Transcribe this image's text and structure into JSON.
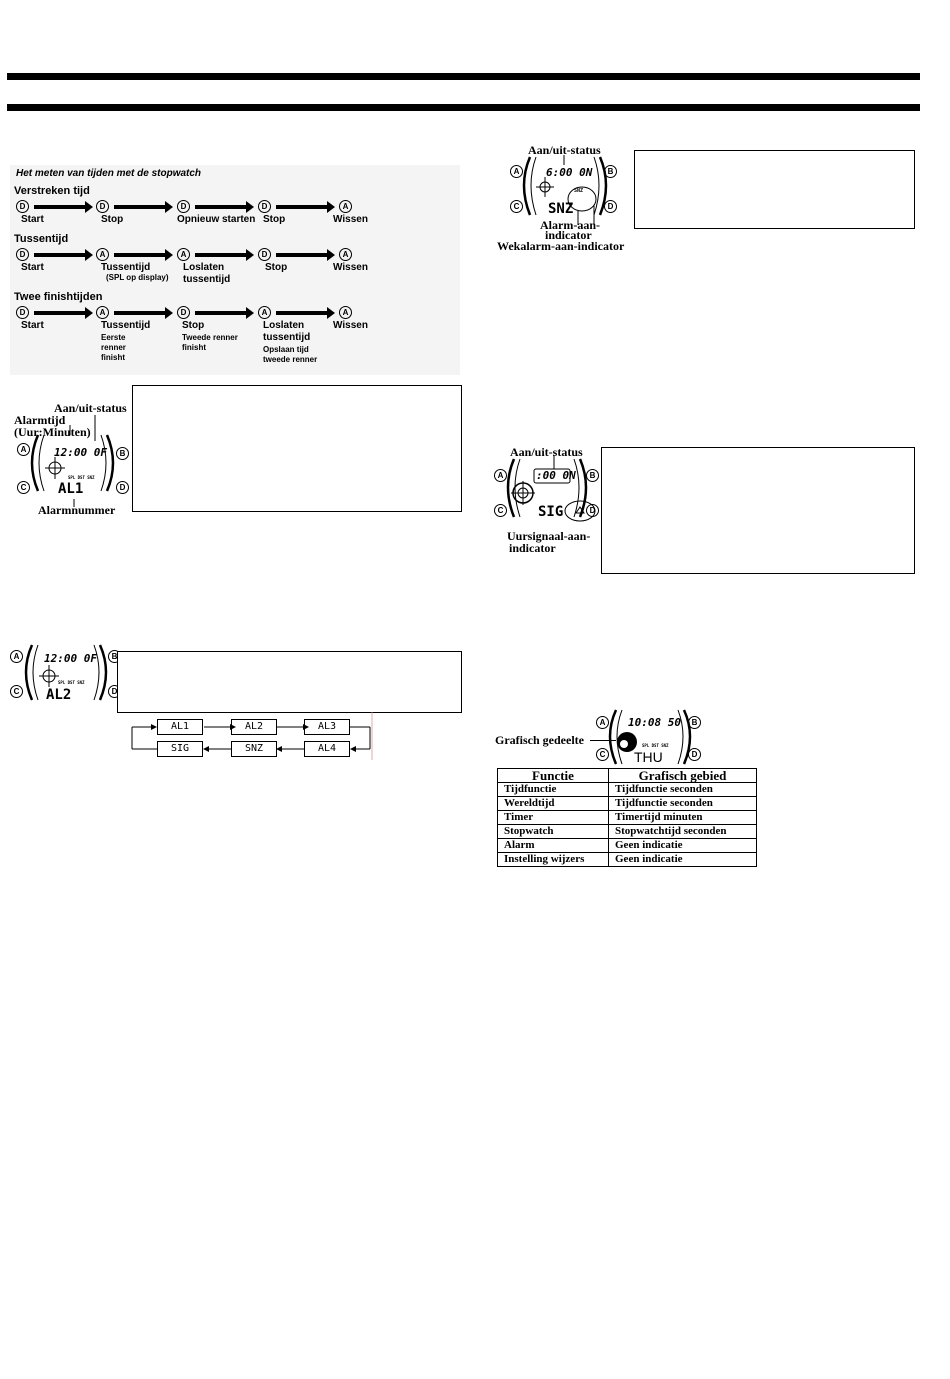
{
  "stopwatch": {
    "heading": "Het meten van tijden met de stopwatch",
    "rows": [
      {
        "title": "Verstreken tijd",
        "steps": [
          {
            "btn": "D",
            "label": "Start",
            "sub": ""
          },
          {
            "btn": "D",
            "label": "Stop",
            "sub": ""
          },
          {
            "btn": "D",
            "label": "Opnieuw starten",
            "sub": ""
          },
          {
            "btn": "D",
            "label": "Stop",
            "sub": ""
          },
          {
            "btn": "A",
            "label": "Wissen",
            "sub": ""
          }
        ]
      },
      {
        "title": "Tussentijd",
        "steps": [
          {
            "btn": "D",
            "label": "Start",
            "sub": ""
          },
          {
            "btn": "A",
            "label": "Tussentijd",
            "sub": "(SPL op display)"
          },
          {
            "btn": "A",
            "label": "Loslaten tussentijd",
            "sub": ""
          },
          {
            "btn": "D",
            "label": "Stop",
            "sub": ""
          },
          {
            "btn": "A",
            "label": "Wissen",
            "sub": ""
          }
        ]
      },
      {
        "title": "Twee finishtijden",
        "steps": [
          {
            "btn": "D",
            "label": "Start",
            "sub": ""
          },
          {
            "btn": "A",
            "label": "Tussentijd",
            "sub": "Eerste renner finisht"
          },
          {
            "btn": "D",
            "label": "Stop",
            "sub": "Tweede renner finisht"
          },
          {
            "btn": "A",
            "label": "Loslaten tussentijd",
            "sub": "Opslaan tijd tweede renner"
          },
          {
            "btn": "A",
            "label": "Wissen",
            "sub": ""
          }
        ]
      }
    ]
  },
  "watch1": {
    "time": "12:00 0F",
    "mode": "AL1",
    "small": "SPL DST SNZ",
    "label_status": "Aan/uit-status",
    "label_time1": "Alarmtijd",
    "label_time2": "(Uur:Minuten)",
    "label_number": "Alarmnummer"
  },
  "watch2": {
    "time": "12:00 0F",
    "mode": "AL2",
    "small": "SPL DST SNZ"
  },
  "sequence": [
    "AL1",
    "AL2",
    "AL3",
    "AL4",
    "SNZ",
    "SIG"
  ],
  "watch3": {
    "time": "6:00 0N",
    "mode": "SNZ",
    "badge": "SNZ",
    "label_status": "Aan/uit-status",
    "label_alarm1": "Alarm-aan-",
    "label_alarm2": "indicator",
    "label_wek": "Wekalarm-aan-indicator"
  },
  "watch4": {
    "time": ":00 0N",
    "mode": "SIG",
    "label_status": "Aan/uit-status",
    "label_sig1": "Uursignaal-aan-",
    "label_sig2": "indicator"
  },
  "watch5": {
    "time": "10:08 50",
    "mode": "THU",
    "small": "SPL DST SNZ",
    "label_graphic": "Grafisch gedeelte"
  },
  "table": {
    "header": [
      "Functie",
      "Grafisch gebied"
    ],
    "rows": [
      [
        "Tijdfunctie",
        "Tijdfunctie seconden"
      ],
      [
        "Wereldtijd",
        "Tijdfunctie seconden"
      ],
      [
        "Timer",
        "Timertijd minuten"
      ],
      [
        "Stopwatch",
        "Stopwatchtijd seconden"
      ],
      [
        "Alarm",
        "Geen indicatie"
      ],
      [
        "Instelling wijzers",
        "Geen indicatie"
      ]
    ]
  },
  "buttons": [
    "A",
    "B",
    "C",
    "D"
  ]
}
